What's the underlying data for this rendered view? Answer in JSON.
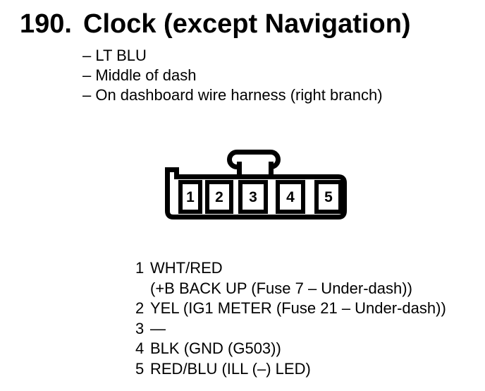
{
  "colors": {
    "ink": "#000000",
    "paper": "#ffffff"
  },
  "figure": {
    "number": "190.",
    "title": "Clock (except Navigation)",
    "notes": [
      "– LT BLU",
      "– Middle of dash",
      "– On dashboard wire harness (right branch)"
    ],
    "connector": {
      "cavities": [
        "1",
        "2",
        "3",
        "4",
        "5"
      ]
    },
    "pinout": [
      {
        "pin": "1",
        "label": "WHT/RED",
        "label_cont": "(+B BACK UP (Fuse 7 – Under-dash))"
      },
      {
        "pin": "2",
        "label": "YEL (IG1 METER (Fuse 21 – Under-dash))"
      },
      {
        "pin": "3",
        "label": "—"
      },
      {
        "pin": "4",
        "label": "BLK (GND (G503))"
      },
      {
        "pin": "5",
        "label": "RED/BLU (ILL (–) LED)"
      }
    ]
  }
}
